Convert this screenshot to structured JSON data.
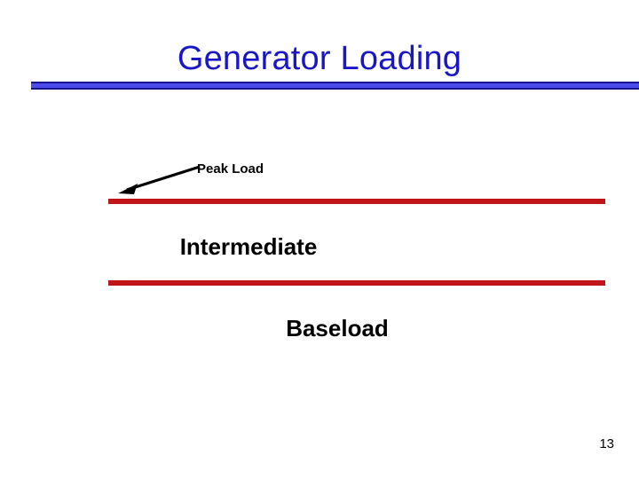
{
  "slide": {
    "title": "Generator Loading",
    "page_number": "13",
    "colors": {
      "title_blue": "#1A16C8",
      "rule_fill": "#4C4CEE",
      "rule_border": "#14148C",
      "band_red": "#C11419",
      "text_black": "#000000",
      "background": "#FFFFFF"
    }
  },
  "diagram": {
    "callout": {
      "label": "Peak Load",
      "arrow_icon": "arrow-left-down-icon"
    },
    "bands": [
      {
        "name": "peak",
        "label": "",
        "divider_color": "#C11419"
      },
      {
        "name": "intermediate",
        "label": "Intermediate",
        "divider_color": "#C11419"
      },
      {
        "name": "baseload",
        "label": "Baseload",
        "divider_color": ""
      }
    ],
    "intermediate_label": "Intermediate",
    "baseload_label": "Baseload"
  }
}
